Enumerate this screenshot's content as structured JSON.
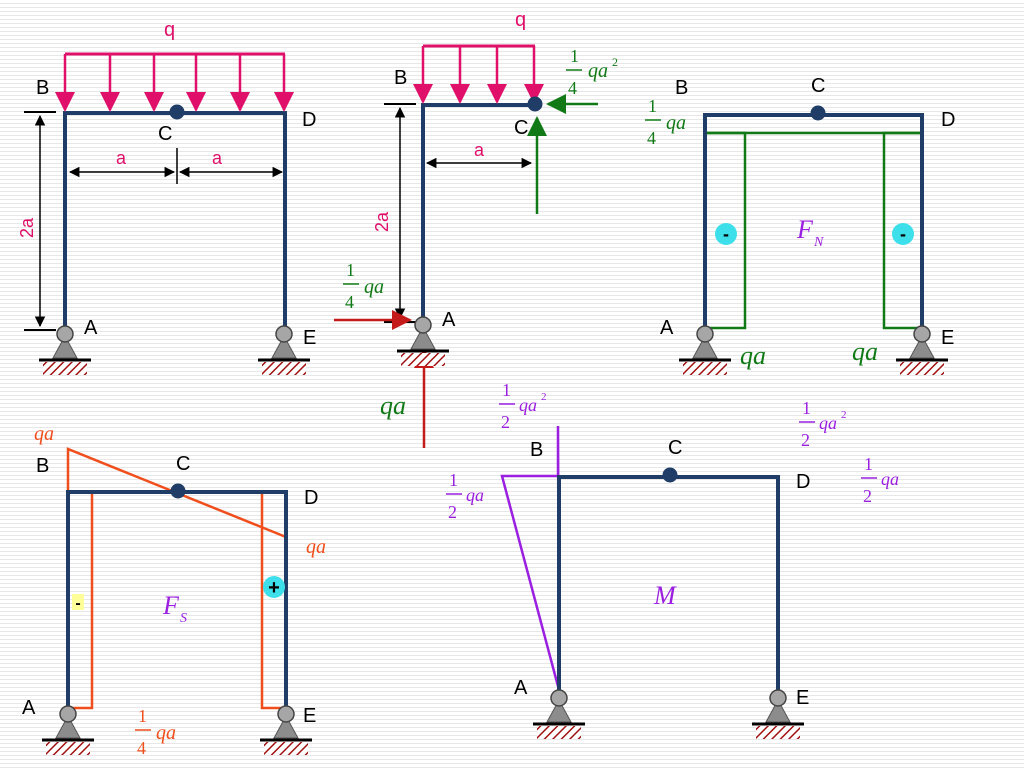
{
  "nodes": {
    "A": "A",
    "B": "B",
    "C": "C",
    "D": "D",
    "E": "E"
  },
  "loads": {
    "q": "q",
    "a": "a",
    "two_a": "2a"
  },
  "fractions": {
    "one": "1",
    "four": "4",
    "two": "2"
  },
  "terms": {
    "qa": "qa",
    "qa2_base": "qa",
    "sq": "2"
  },
  "signs": {
    "minus": "-",
    "plus": "+"
  },
  "diagram_titles": {
    "F": "F",
    "N": "N",
    "S": "S",
    "M": "M"
  },
  "colors": {
    "frame": "#1f3d66",
    "load": "#e0106a",
    "reaction": "#117a17",
    "reaction_red": "#c41a1a",
    "shear": "#f04e1c",
    "moment": "#9b1fe0",
    "badge": "#3de0ea",
    "node": "#1f3d66",
    "support": "#8c8c8c",
    "hatch": "#a01010"
  }
}
